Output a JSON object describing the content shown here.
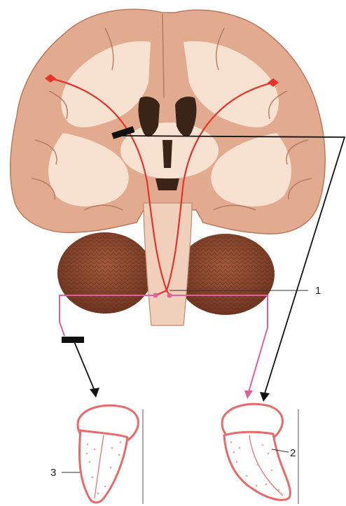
{
  "labels": {
    "label_1": "1",
    "label_2": "2",
    "label_3": "3"
  },
  "colors": {
    "upper_motor_pathway": "#e8322a",
    "lower_motor_pathway": "#e0609c",
    "lesion_and_arrows": "#111111",
    "brain_tissue": "#e8b49a",
    "white_matter": "#f8e4d6",
    "cerebellum": "#8a4a32",
    "tongue_outline": "#e86a6a"
  },
  "icons": {
    "lesion_marker": "black-bar",
    "brain": "coronal-brain-section",
    "tongue_left": "tongue-deviated-left",
    "tongue_right": "tongue-deviated-right"
  }
}
